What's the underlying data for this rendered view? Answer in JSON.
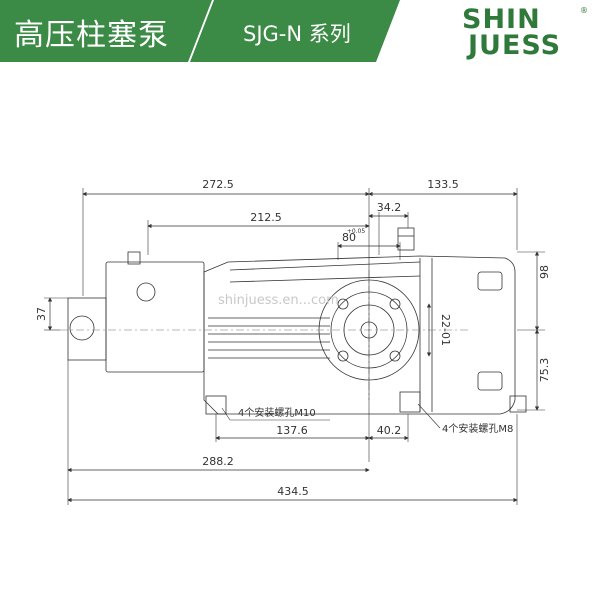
{
  "header": {
    "title": "高压柱塞泵",
    "series": "SJG-N 系列",
    "accent_color": "#2f7a3a",
    "bar_color": "#3b8a45"
  },
  "logo": {
    "line1": "SHIN",
    "line2": "JUESS",
    "registered": "®"
  },
  "drawing": {
    "watermark": "shinjuess.en...com",
    "dimensions": {
      "total_length_top": "272.5",
      "right_top": "133.5",
      "shaft_dist": "212.5",
      "key_offset": "34.2",
      "shaft_dia": "80",
      "shaft_tol": "+0.05",
      "height_top": "98",
      "inlet_height": "37",
      "shaft_key": "22-01",
      "height_bottom": "75.3",
      "base_a": "137.6",
      "base_b": "40.2",
      "overall_mid": "288.2",
      "overall": "434.5"
    },
    "notes": {
      "mount_m10": "4个安装螺孔M10",
      "mount_m8": "4个安装螺孔M8"
    }
  }
}
